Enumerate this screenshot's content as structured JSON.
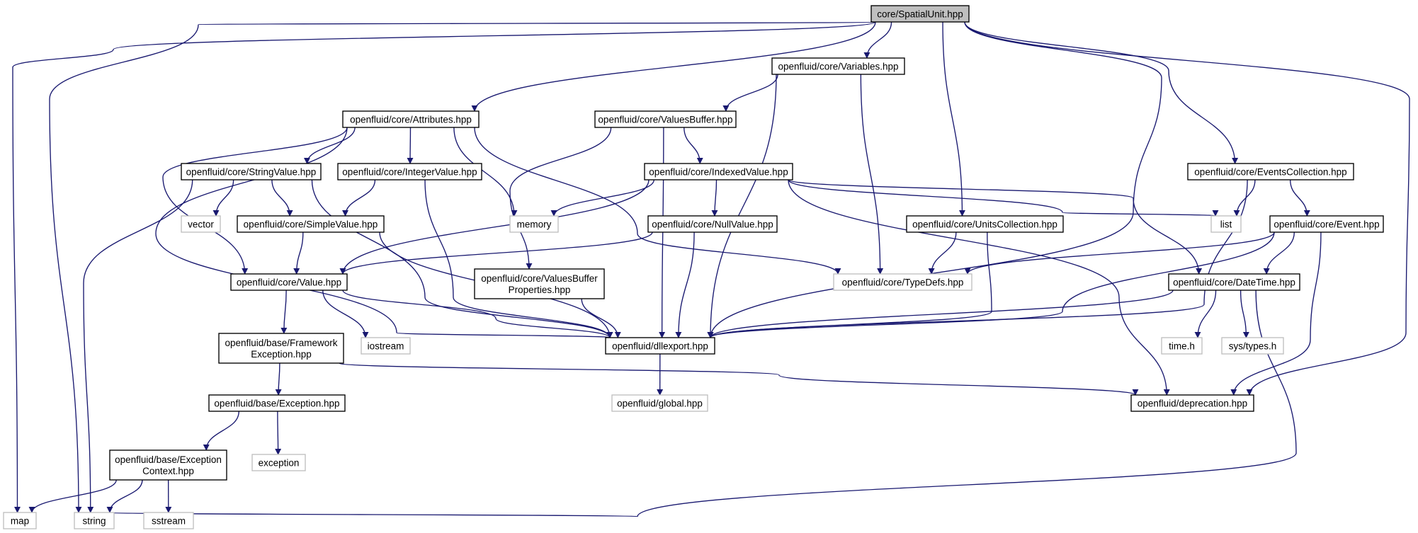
{
  "graph": {
    "edge_color": "#191970",
    "root_fill": "#bfbfbf",
    "external_stroke": "#bfbfbf",
    "nodes": [
      {
        "id": "spatialunit",
        "lines": [
          "core/SpatialUnit.hpp"
        ],
        "kind": "root"
      },
      {
        "id": "variables",
        "lines": [
          "openfluid/core/Variables.hpp"
        ],
        "kind": "local"
      },
      {
        "id": "attributes",
        "lines": [
          "openfluid/core/Attributes.hpp"
        ],
        "kind": "local"
      },
      {
        "id": "valuesbuffer",
        "lines": [
          "openfluid/core/ValuesBuffer.hpp"
        ],
        "kind": "local"
      },
      {
        "id": "stringvalue",
        "lines": [
          "openfluid/core/StringValue.hpp"
        ],
        "kind": "local"
      },
      {
        "id": "integervalue",
        "lines": [
          "openfluid/core/IntegerValue.hpp"
        ],
        "kind": "local"
      },
      {
        "id": "indexedvalue",
        "lines": [
          "openfluid/core/IndexedValue.hpp"
        ],
        "kind": "local"
      },
      {
        "id": "eventscollection",
        "lines": [
          "openfluid/core/EventsCollection.hpp"
        ],
        "kind": "local"
      },
      {
        "id": "vector",
        "lines": [
          "vector"
        ],
        "kind": "external"
      },
      {
        "id": "simplevalue",
        "lines": [
          "openfluid/core/SimpleValue.hpp"
        ],
        "kind": "local"
      },
      {
        "id": "memory",
        "lines": [
          "memory"
        ],
        "kind": "external"
      },
      {
        "id": "nullvalue",
        "lines": [
          "openfluid/core/NullValue.hpp"
        ],
        "kind": "local"
      },
      {
        "id": "unitscollection",
        "lines": [
          "openfluid/core/UnitsCollection.hpp"
        ],
        "kind": "local"
      },
      {
        "id": "list",
        "lines": [
          "list"
        ],
        "kind": "external"
      },
      {
        "id": "event",
        "lines": [
          "openfluid/core/Event.hpp"
        ],
        "kind": "local"
      },
      {
        "id": "valuehpp",
        "lines": [
          "openfluid/core/Value.hpp"
        ],
        "kind": "local"
      },
      {
        "id": "vbprops",
        "lines": [
          "openfluid/core/ValuesBuffer",
          "Properties.hpp"
        ],
        "kind": "local"
      },
      {
        "id": "typedefs",
        "lines": [
          "openfluid/core/TypeDefs.hpp"
        ],
        "kind": "external"
      },
      {
        "id": "datetime",
        "lines": [
          "openfluid/core/DateTime.hpp"
        ],
        "kind": "local"
      },
      {
        "id": "fwexception",
        "lines": [
          "openfluid/base/Framework",
          "Exception.hpp"
        ],
        "kind": "local"
      },
      {
        "id": "iostream",
        "lines": [
          "iostream"
        ],
        "kind": "external"
      },
      {
        "id": "dllexport",
        "lines": [
          "openfluid/dllexport.hpp"
        ],
        "kind": "local"
      },
      {
        "id": "timeh",
        "lines": [
          "time.h"
        ],
        "kind": "external"
      },
      {
        "id": "systypes",
        "lines": [
          "sys/types.h"
        ],
        "kind": "external"
      },
      {
        "id": "exception_hpp",
        "lines": [
          "openfluid/base/Exception.hpp"
        ],
        "kind": "local"
      },
      {
        "id": "global",
        "lines": [
          "openfluid/global.hpp"
        ],
        "kind": "external"
      },
      {
        "id": "deprecation",
        "lines": [
          "openfluid/deprecation.hpp"
        ],
        "kind": "local"
      },
      {
        "id": "excontext",
        "lines": [
          "openfluid/base/Exception",
          "Context.hpp"
        ],
        "kind": "local"
      },
      {
        "id": "exception_std",
        "lines": [
          "exception"
        ],
        "kind": "external"
      },
      {
        "id": "map",
        "lines": [
          "map"
        ],
        "kind": "external"
      },
      {
        "id": "string",
        "lines": [
          "string"
        ],
        "kind": "external"
      },
      {
        "id": "sstream",
        "lines": [
          "sstream"
        ],
        "kind": "external"
      }
    ],
    "edges": [
      [
        "spatialunit",
        "map"
      ],
      [
        "spatialunit",
        "string"
      ],
      [
        "spatialunit",
        "variables"
      ],
      [
        "spatialunit",
        "attributes"
      ],
      [
        "spatialunit",
        "unitscollection"
      ],
      [
        "spatialunit",
        "dllexport"
      ],
      [
        "spatialunit",
        "eventscollection"
      ],
      [
        "spatialunit",
        "deprecation"
      ],
      [
        "variables",
        "valuesbuffer"
      ],
      [
        "variables",
        "dllexport"
      ],
      [
        "variables",
        "typedefs"
      ],
      [
        "attributes",
        "stringvalue"
      ],
      [
        "attributes",
        "integervalue"
      ],
      [
        "attributes",
        "memory"
      ],
      [
        "attributes",
        "typedefs"
      ],
      [
        "attributes",
        "valuehpp"
      ],
      [
        "attributes",
        "dllexport"
      ],
      [
        "valuesbuffer",
        "indexedvalue"
      ],
      [
        "valuesbuffer",
        "vbprops"
      ],
      [
        "valuesbuffer",
        "dllexport"
      ],
      [
        "stringvalue",
        "vector"
      ],
      [
        "stringvalue",
        "simplevalue"
      ],
      [
        "stringvalue",
        "string"
      ],
      [
        "stringvalue",
        "dllexport"
      ],
      [
        "integervalue",
        "simplevalue"
      ],
      [
        "integervalue",
        "dllexport"
      ],
      [
        "indexedvalue",
        "memory"
      ],
      [
        "indexedvalue",
        "nullvalue"
      ],
      [
        "indexedvalue",
        "valuehpp"
      ],
      [
        "indexedvalue",
        "list"
      ],
      [
        "indexedvalue",
        "datetime"
      ],
      [
        "indexedvalue",
        "deprecation"
      ],
      [
        "simplevalue",
        "valuehpp"
      ],
      [
        "simplevalue",
        "dllexport"
      ],
      [
        "nullvalue",
        "valuehpp"
      ],
      [
        "nullvalue",
        "dllexport"
      ],
      [
        "eventscollection",
        "list"
      ],
      [
        "eventscollection",
        "event"
      ],
      [
        "eventscollection",
        "dllexport"
      ],
      [
        "unitscollection",
        "typedefs"
      ],
      [
        "unitscollection",
        "dllexport"
      ],
      [
        "event",
        "typedefs"
      ],
      [
        "event",
        "datetime"
      ],
      [
        "event",
        "dllexport"
      ],
      [
        "event",
        "deprecation"
      ],
      [
        "valuehpp",
        "fwexception"
      ],
      [
        "valuehpp",
        "iostream"
      ],
      [
        "valuehpp",
        "dllexport"
      ],
      [
        "vbprops",
        "dllexport"
      ],
      [
        "datetime",
        "timeh"
      ],
      [
        "datetime",
        "systypes"
      ],
      [
        "datetime",
        "dllexport"
      ],
      [
        "datetime",
        "string"
      ],
      [
        "fwexception",
        "exception_hpp"
      ],
      [
        "fwexception",
        "deprecation"
      ],
      [
        "exception_hpp",
        "excontext"
      ],
      [
        "exception_hpp",
        "exception_std"
      ],
      [
        "dllexport",
        "global"
      ],
      [
        "excontext",
        "map"
      ],
      [
        "excontext",
        "string"
      ],
      [
        "excontext",
        "sstream"
      ]
    ]
  }
}
